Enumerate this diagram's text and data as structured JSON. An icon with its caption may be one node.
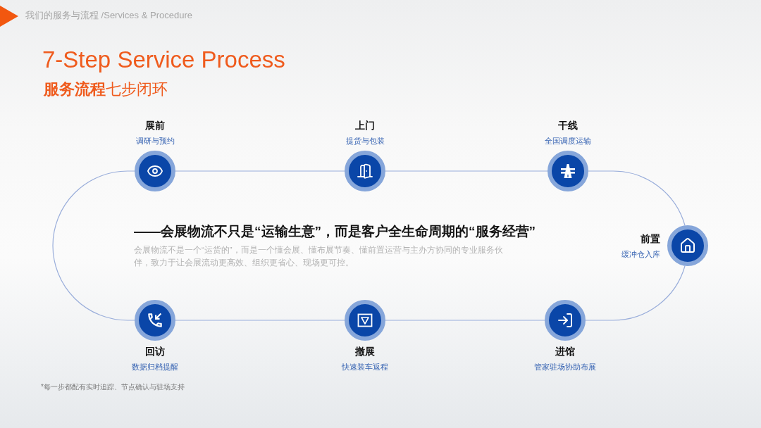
{
  "diagram": {
    "title": "7-Step Service Process",
    "nodes": [
      {
        "text": [
          "展前",
          "调研与预约"
        ]
      },
      {
        "text": [
          "上门",
          "提货与包装"
        ]
      },
      {
        "text": [
          "干线",
          "全国调度运输"
        ]
      },
      {
        "text": [
          "前置",
          "缓冲仓入库"
        ]
      },
      {
        "text": [
          "进馆",
          "管家驻场协助布展"
        ]
      },
      {
        "text": [
          "撤展",
          "快速装车返程"
        ]
      },
      {
        "text": [
          "回访",
          "数据归档提醒"
        ]
      }
    ],
    "edges": [
      {
        "from": 0,
        "to": 1,
        "arrow": "none"
      },
      {
        "from": 1,
        "to": 2,
        "arrow": "none"
      },
      {
        "from": 2,
        "to": 3,
        "arrow": "none"
      },
      {
        "from": 3,
        "to": 4,
        "arrow": "none"
      },
      {
        "from": 4,
        "to": 5,
        "arrow": "none"
      },
      {
        "from": 5,
        "to": 6,
        "arrow": "none"
      },
      {
        "from": 6,
        "to": 0,
        "arrow": "none"
      }
    ],
    "labels": [
      "我们的服务与流程 /Services & Procedure",
      "**服务流程**七步闭环",
      "——会展物流不只是“运输生意”，而是客户全生命周期的“服务经营”",
      "会展物流不是一个“运货的”，而是一个懂会展、懂布展节奏、懂前置运营与主办方协同的专业服务伙伴，致力于让会展流动更高效、组织更省心、现场更可控。",
      "*每一步都配有实时追踪、节点确认与驻场支持"
    ]
  }
}
